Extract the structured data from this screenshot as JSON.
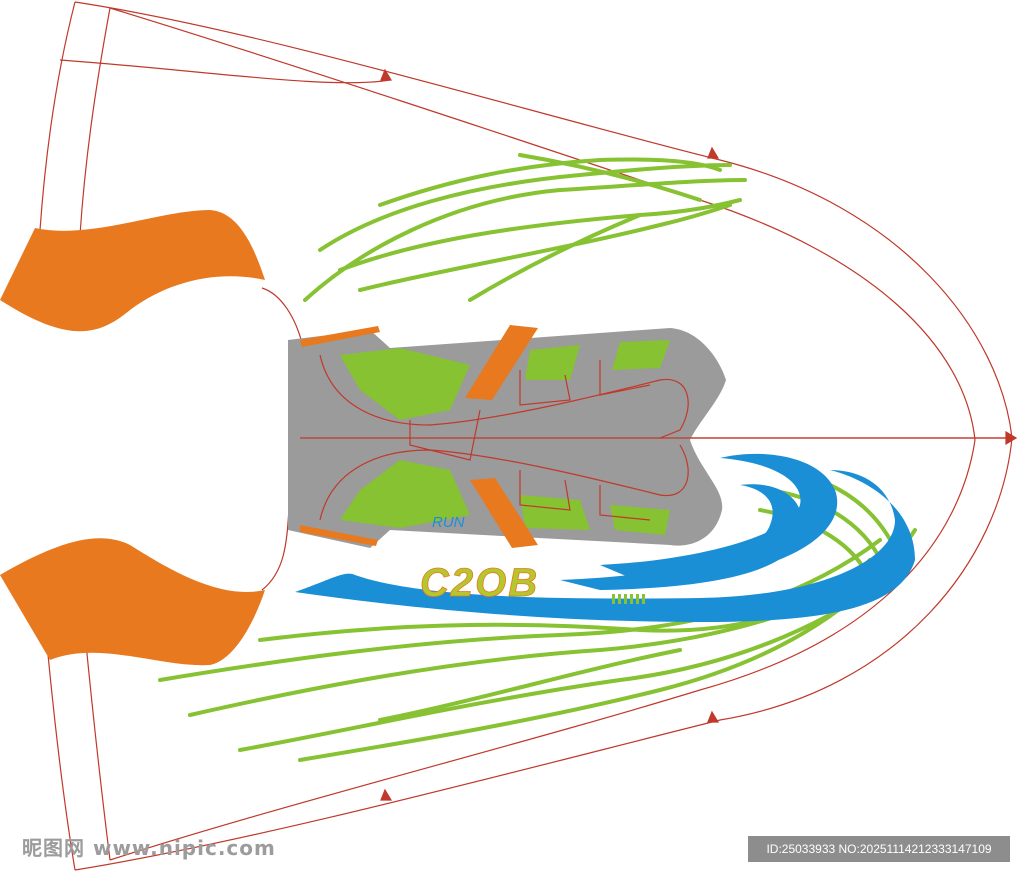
{
  "artwork": {
    "brand_text": "RUN",
    "model_text": "C2OB",
    "colors": {
      "outline": "#c0392b",
      "orange": "#e8791e",
      "gray": "#9b9b9b",
      "green": "#86c232",
      "blue": "#1a8fd6"
    }
  },
  "watermark": {
    "site": "昵图网 www.nipic.com",
    "id_text": "ID:25033933 NO:20251114212333147109"
  }
}
